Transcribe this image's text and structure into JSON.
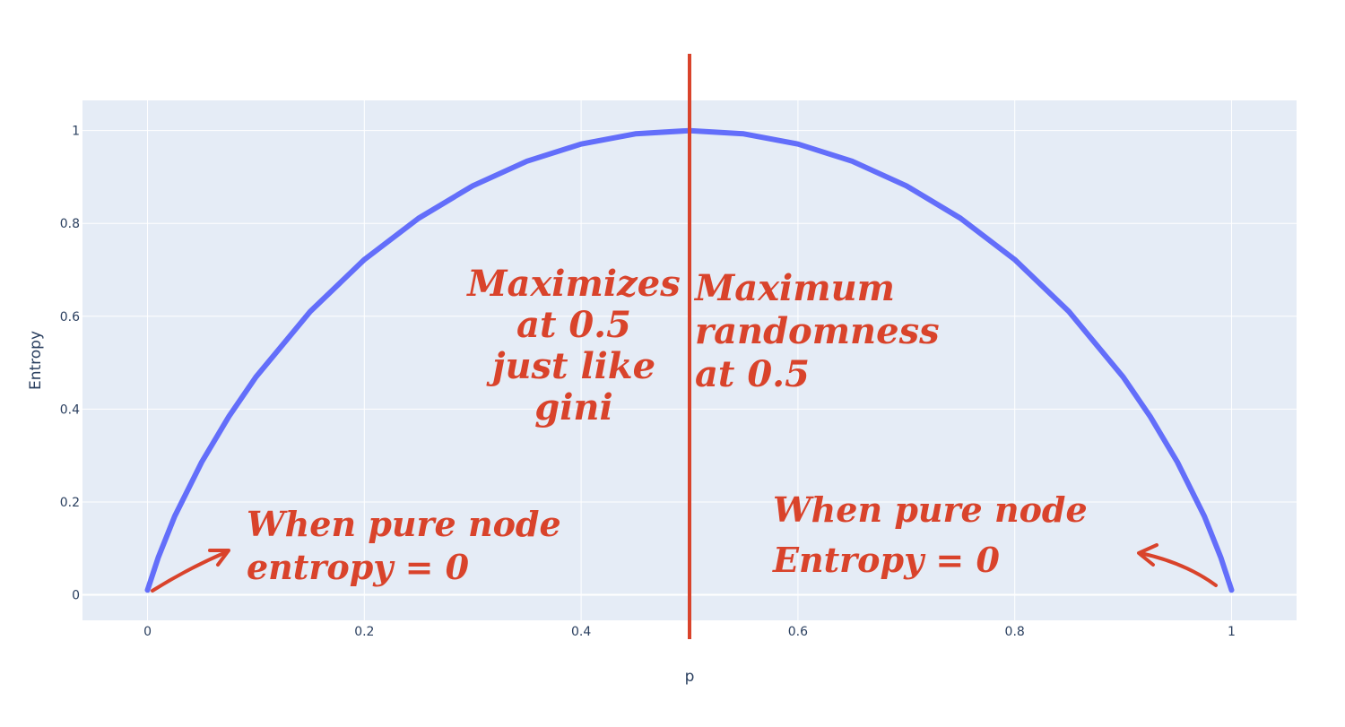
{
  "chart_data": {
    "type": "line",
    "xlabel": "p",
    "ylabel": "Entropy",
    "xlim": [
      -0.06,
      1.06
    ],
    "ylim": [
      -0.055,
      1.065
    ],
    "x_ticks": [
      0,
      0.2,
      0.4,
      0.6,
      0.8,
      1
    ],
    "x_tick_labels": [
      "0",
      "0.2",
      "0.4",
      "0.6",
      "0.8",
      "1"
    ],
    "y_ticks": [
      0,
      0.2,
      0.4,
      0.6,
      0.8,
      1
    ],
    "y_tick_labels": [
      "0",
      "0.2",
      "0.4",
      "0.6",
      "0.8",
      "1"
    ],
    "grid": true,
    "series": [
      {
        "function": "-p*log2(p) - (1-p)*log2(1-p)",
        "x": [
          0.0,
          0.01,
          0.025,
          0.05,
          0.075,
          0.1,
          0.15,
          0.2,
          0.25,
          0.3,
          0.35,
          0.4,
          0.45,
          0.5,
          0.55,
          0.6,
          0.65,
          0.7,
          0.75,
          0.8,
          0.85,
          0.9,
          0.925,
          0.95,
          0.975,
          0.99,
          1.0
        ],
        "values": [
          0.01,
          0.081,
          0.169,
          0.286,
          0.384,
          0.469,
          0.61,
          0.722,
          0.811,
          0.881,
          0.934,
          0.971,
          0.993,
          1.0,
          0.993,
          0.971,
          0.934,
          0.881,
          0.811,
          0.722,
          0.61,
          0.469,
          0.384,
          0.286,
          0.169,
          0.081,
          0.01
        ],
        "color": "#636efa"
      }
    ],
    "vertical_marker": {
      "x": 0.5,
      "color": "#d9432b"
    },
    "annotations": [
      {
        "id": "max-left",
        "lines": [
          "Maximizes",
          "at 0.5",
          "just like",
          "gini"
        ]
      },
      {
        "id": "max-right",
        "lines": [
          "Maximum",
          "randomness",
          "at 0.5"
        ]
      },
      {
        "id": "pure-left",
        "lines": [
          "When pure node",
          "entropy = 0"
        ]
      },
      {
        "id": "pure-right",
        "lines": [
          "When pure node",
          "Entropy = 0"
        ]
      }
    ],
    "colors": {
      "plot_bg": "#e5ecf6",
      "grid": "#ffffff",
      "line": "#636efa",
      "ink": "#d9432b",
      "text": "#2a3f5f"
    }
  }
}
